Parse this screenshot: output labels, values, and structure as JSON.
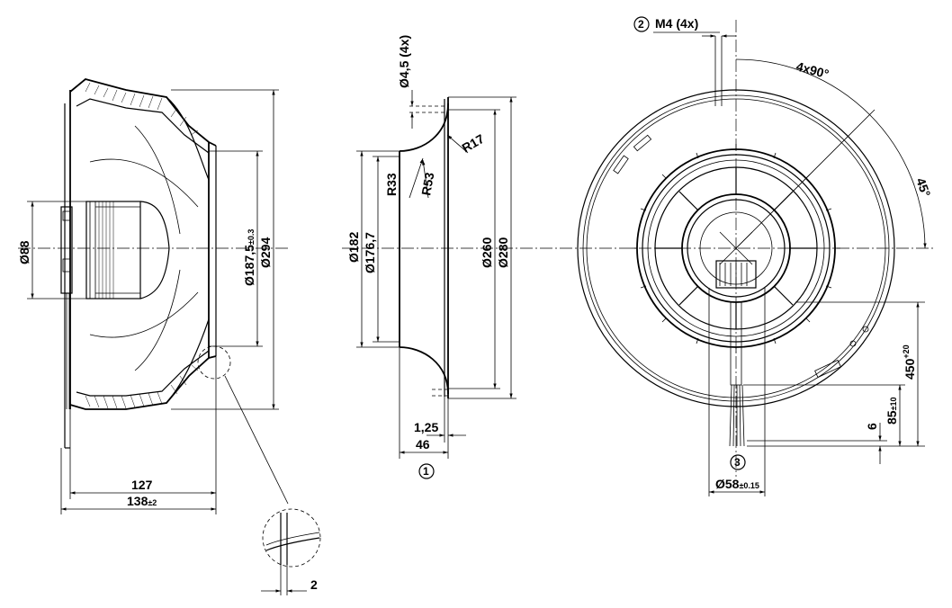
{
  "side_view": {
    "dim_d88": "Ø88",
    "dim_d187": "Ø187,5",
    "dim_d187_tol": "±0.3",
    "dim_d294": "Ø294",
    "dim_127": "127",
    "dim_138": "138",
    "dim_138_tol": "±2"
  },
  "detail_view": {
    "dim_2": "2"
  },
  "nozzle_view": {
    "dim_hole": "Ø4,5 (4x)",
    "dim_r17": "R17",
    "dim_r33": "R33",
    "dim_r53": "R53",
    "dim_d182": "Ø182",
    "dim_d176": "Ø176,7",
    "dim_d260": "Ø260",
    "dim_d280": "Ø280",
    "dim_125": "1,25",
    "dim_46": "46",
    "callout_1": "1"
  },
  "front_view": {
    "callout_2": "2",
    "thread": "M4 (4x)",
    "angle_4x90": "4x90°",
    "angle_45": "45°",
    "dim_450": "450",
    "dim_450_tol": "+20",
    "dim_85": "85",
    "dim_85_tol": "±10",
    "dim_6": "6",
    "callout_3": "3",
    "dim_d58": "Ø58",
    "dim_d58_tol": "±0.15"
  }
}
